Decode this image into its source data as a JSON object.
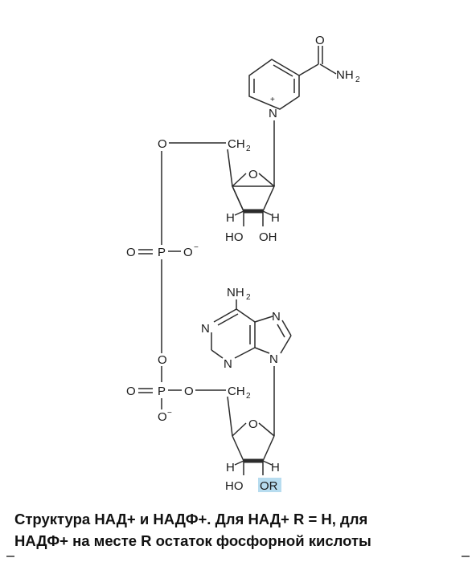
{
  "diagram": {
    "carbonyl_o": "O",
    "amide_nh": "NH",
    "amide_sub": "2",
    "pyridinium_n": "N",
    "plus_sign": "+",
    "link_o_top": "O",
    "ch2_top": "CH",
    "ch2_top_sub": "2",
    "ring_o_top": "O",
    "h_left_top": "H",
    "h_right_top": "H",
    "ho_top": "HO",
    "oh_top": "OH",
    "phosphate1": {
      "o_double": "O",
      "p": "P",
      "o_minus": "O",
      "charge": "−"
    },
    "bridge_o": "O",
    "phosphate2": {
      "o_double": "O",
      "p": "P",
      "o_link": "O",
      "o_minus": "O",
      "charge": "−"
    },
    "adenine": {
      "nh": "NH",
      "nh_sub": "2",
      "n1": "N",
      "n3": "N",
      "n7": "N",
      "n9": "N"
    },
    "ch2_bottom": "CH",
    "ch2_bottom_sub": "2",
    "ring_o_bottom": "O",
    "h_left_bottom": "H",
    "h_right_bottom": "H",
    "ho_bottom": "HO",
    "or_bottom": "OR",
    "highlight_color": "#b7dcef"
  },
  "caption": {
    "line1": "Структура НАД+ и НАДФ+. Для НАД+ R = H, для",
    "line2": "НАДФ+ на месте R остаток фосфорной кислоты"
  }
}
